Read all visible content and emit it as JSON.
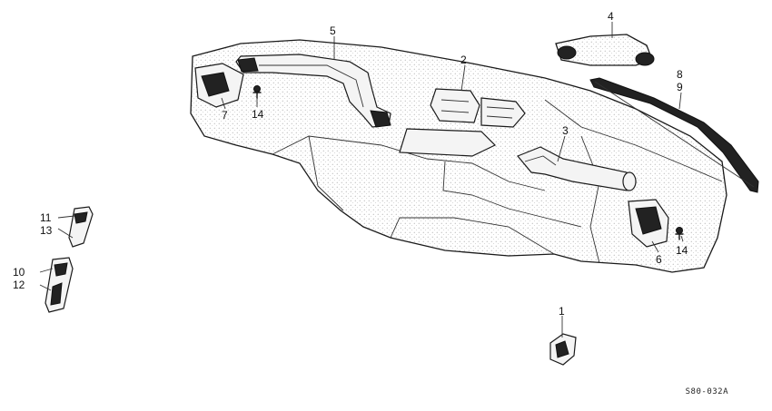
{
  "diagram": {
    "labels": [
      "1",
      "2",
      "3",
      "4",
      "5",
      "6",
      "7",
      "8",
      "9",
      "10",
      "11",
      "12",
      "13",
      "14",
      "14"
    ],
    "reference_code": "S80-032A"
  }
}
